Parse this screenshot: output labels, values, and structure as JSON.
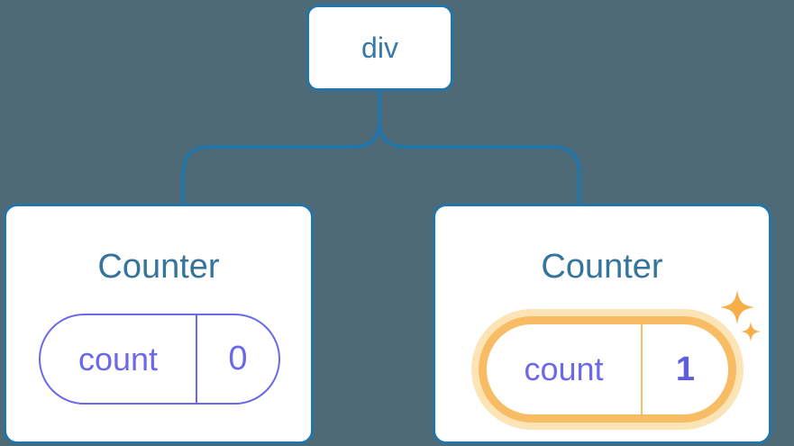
{
  "diagram": {
    "description": "Component tree diagram: a div root element with two Counter children, each holding a count state pill; the second Counter's state was just updated and is highlighted with sparkles.",
    "root": {
      "label": "div"
    },
    "children": [
      {
        "title": "Counter",
        "state": {
          "label": "count",
          "value": "0"
        },
        "highlighted": false
      },
      {
        "title": "Counter",
        "state": {
          "label": "count",
          "value": "1"
        },
        "highlighted": true
      }
    ]
  },
  "icons": {
    "sparkle_large": "four-pointed-sparkle",
    "sparkle_small": "four-pointed-sparkle"
  },
  "colors": {
    "bg": "#4E6A76",
    "card-bg": "#FFFFFF",
    "line-blue": "#2275A8",
    "text-blue": "#3579A8",
    "title-blue": "#35749C",
    "purple": "#6B69E9",
    "purple-dark": "#5D5FD9",
    "orange": "#F8BD64",
    "orange-halo": "#FCE4B6",
    "sparkle": "#F6AE49"
  }
}
